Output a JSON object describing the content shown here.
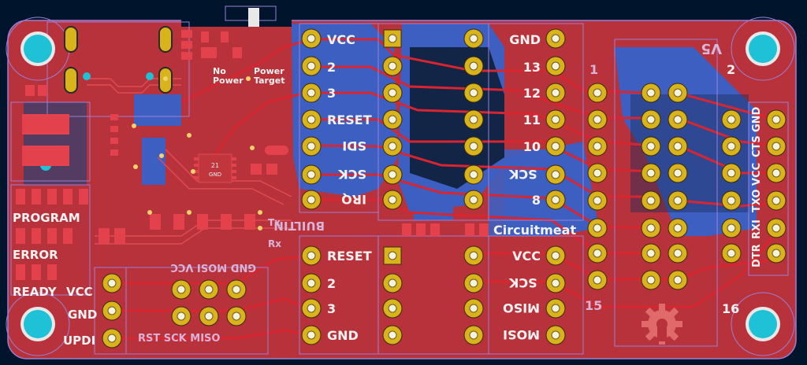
{
  "board": {
    "brand": "Circuitmeat",
    "version": "V5",
    "colors": {
      "background": "#00152b",
      "front_copper": "#c1353d",
      "back_copper": "#3d5fc2",
      "pad_gold": "#d9b31a",
      "silkscreen": "#f2f2f2",
      "mount_hole": "#1fc1d6",
      "outline": "#9a7fd6"
    }
  },
  "labels": {
    "no_power": "No\nPower",
    "power_target": "Power\nTarget",
    "program": "PROGRAM",
    "error": "ERROR",
    "ready": "READY",
    "left_vcc": "VCC",
    "left_gnd": "GND",
    "left_updi": "UPDI",
    "isp_bottom": "RST  SCK  MISO",
    "isp_top": "GND  MOSI  VCC",
    "center_top": [
      "VCC",
      "2",
      "3",
      "RESET",
      "SDI",
      "SCK",
      "IRQ"
    ],
    "center_bottom": [
      "RESET",
      "2",
      "3",
      "GND"
    ],
    "right_top": [
      "GND",
      "13",
      "12",
      "11",
      "10",
      "SCK",
      "8"
    ],
    "right_bottom": [
      "VCC",
      "SCK",
      "MISO",
      "MOSI"
    ],
    "builtin": "BUILTIN",
    "serial_header": [
      "GND",
      "CTS",
      "VCC",
      "TXO",
      "RXI",
      "DTR"
    ],
    "pin_num_1": "1",
    "pin_num_2": "2",
    "pin_num_15": "15",
    "pin_num_16": "16",
    "ic_label": "21",
    "ic_sub": "GND",
    "tx": "Tx",
    "rx": "Rx"
  },
  "icons": {
    "mount_hole": "mount-hole-icon",
    "open_hardware": "open-hardware-gear-icon"
  }
}
